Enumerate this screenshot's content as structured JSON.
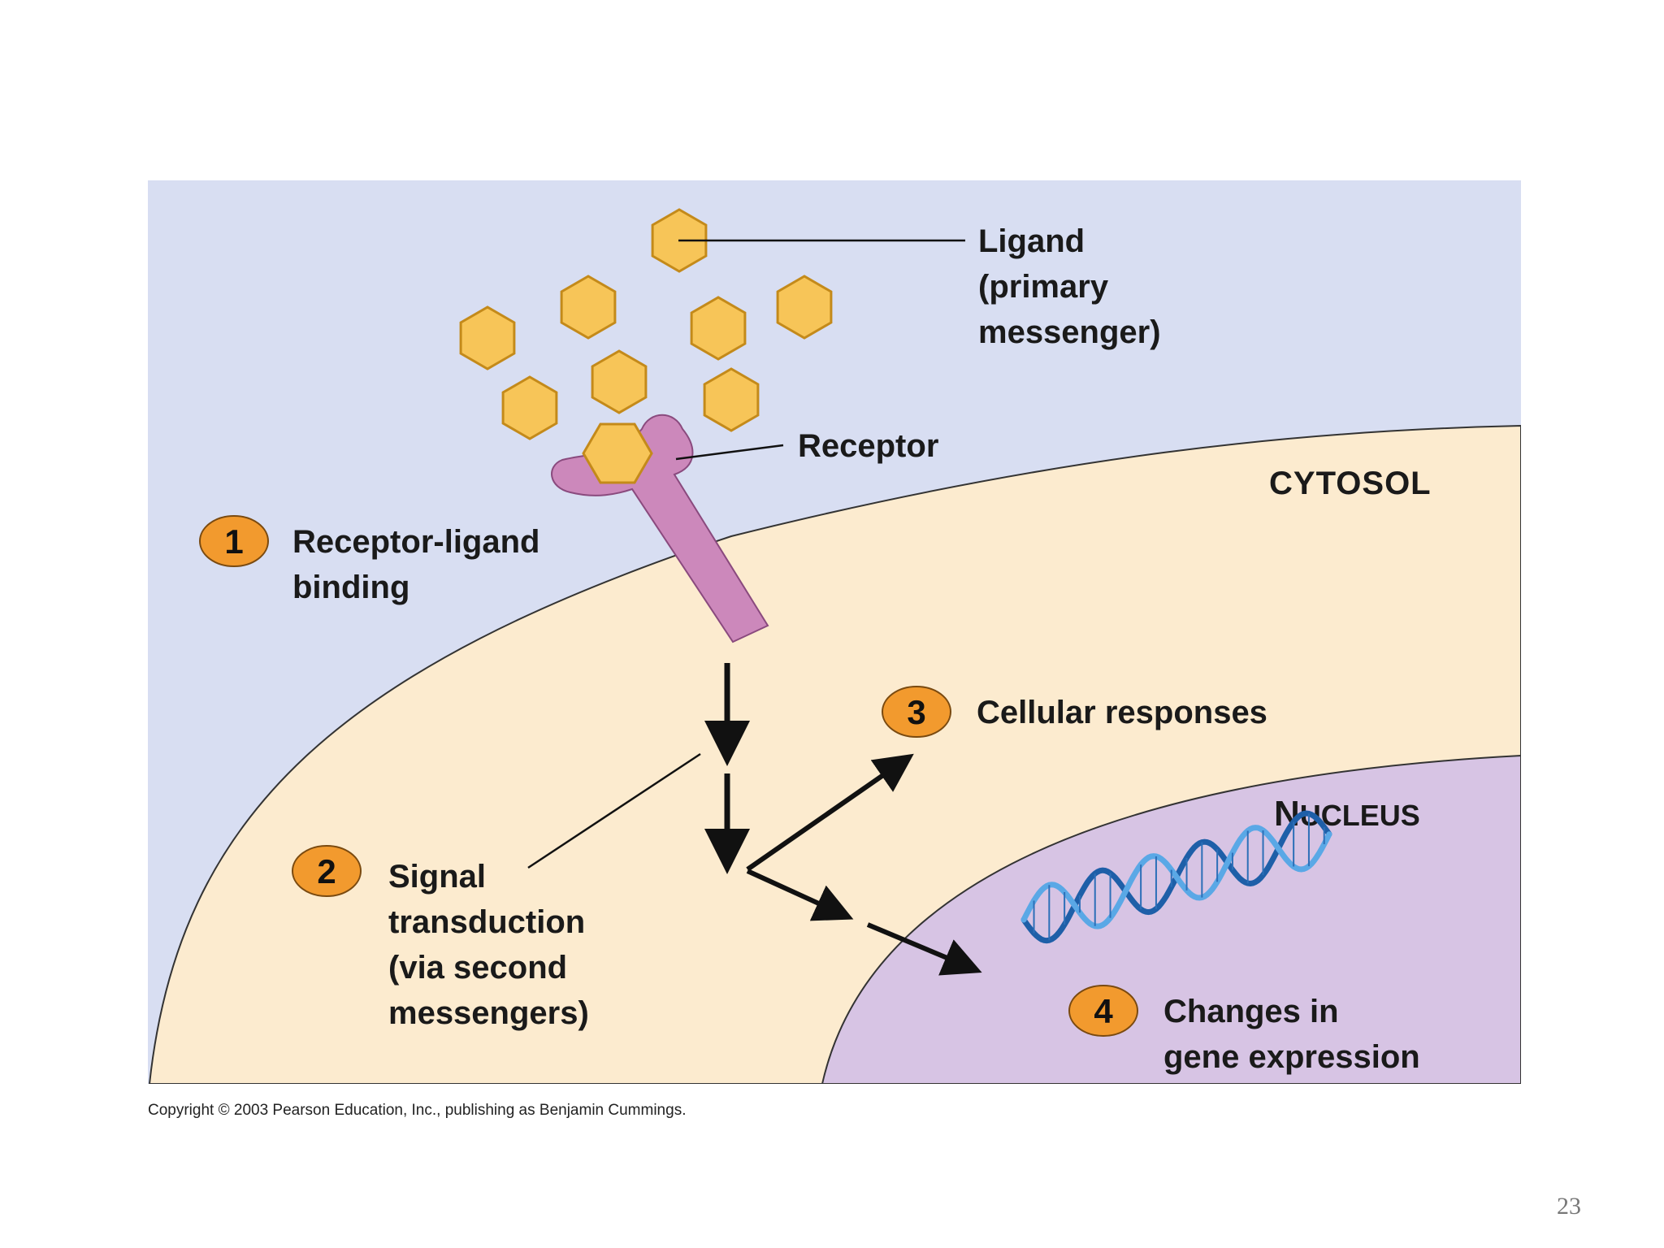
{
  "labels": {
    "ligand_line1": "Ligand",
    "ligand_line2": "(primary",
    "ligand_line3": "messenger)",
    "receptor": "Receptor",
    "cytosol": "CYTOSOL",
    "nucleus_initial": "N",
    "nucleus_rest": "UCLEUS"
  },
  "steps": [
    {
      "number": "1",
      "lines": [
        "Receptor-ligand",
        "binding"
      ]
    },
    {
      "number": "2",
      "lines": [
        "Signal",
        "transduction",
        "(via second",
        "messengers)"
      ]
    },
    {
      "number": "3",
      "lines": [
        "Cellular responses"
      ]
    },
    {
      "number": "4",
      "lines": [
        "Changes in",
        "gene expression"
      ]
    }
  ],
  "copyright": "Copyright © 2003 Pearson Education, Inc., publishing as Benjamin Cummings.",
  "page_number": "23",
  "colors": {
    "extracellular": "#d8def2",
    "cytosol": "#fcebcf",
    "nucleus": "#d7c4e4",
    "ligand": "#f7c558",
    "ligand_stroke": "#c48a1a",
    "receptor": "#cc88bb",
    "step_badge": "#f29a2e",
    "dna": "#3a8ad0"
  }
}
